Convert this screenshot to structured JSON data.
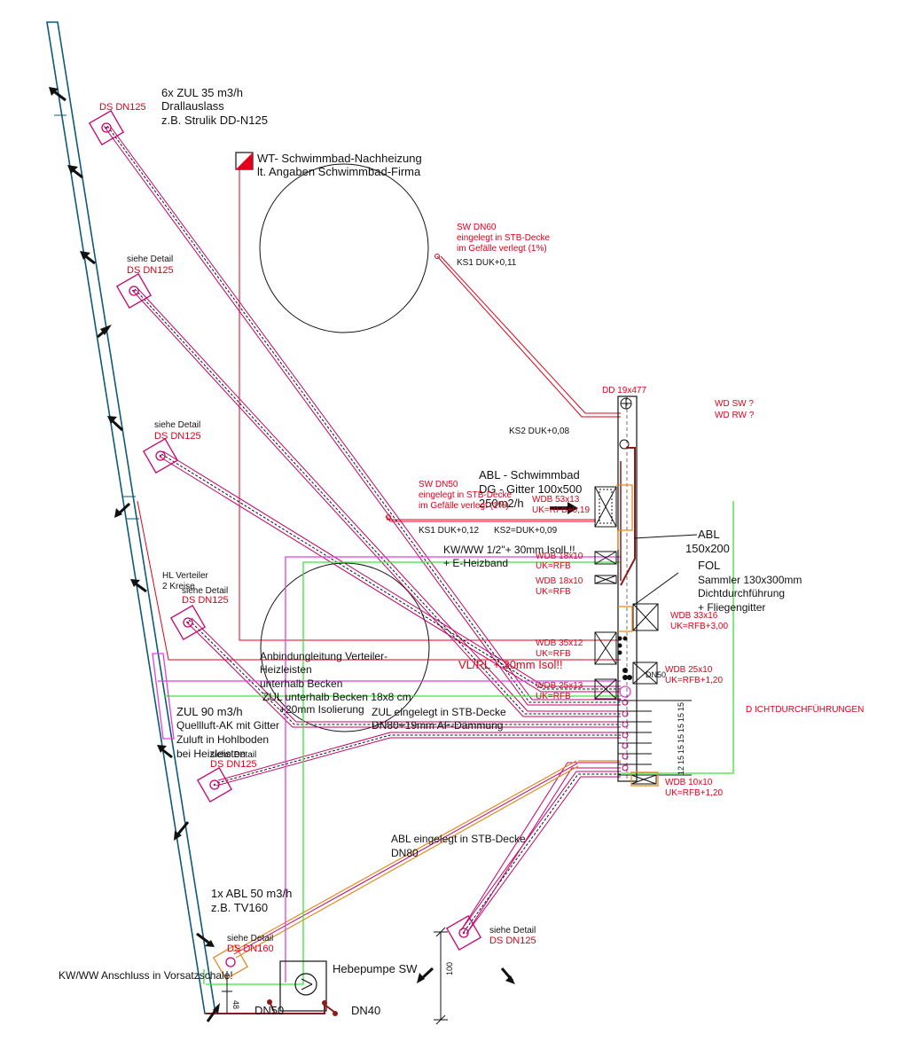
{
  "colors": {
    "duct": "#c8006e",
    "magenta": "#e040e0",
    "red": "#e0001b",
    "green": "#39e639",
    "orange": "#e58a1f",
    "teal": "#0d5a78",
    "black": "#111111"
  },
  "labels": {
    "zul_header_1": "6x ZUL 35 m3/h",
    "zul_header_2": "Drallauslass",
    "zul_header_3": "z.B. Strulik DD-N125",
    "ds_dn125": "DS DN125",
    "siehe_detail": "siehe Detail",
    "wt_line1": "WT- Schwimmbad-Nachheizung",
    "wt_line2": "lt. Angaben Schwimmbad-Firma",
    "sw60_line1": "SW DN60",
    "sw60_line2": "eingelegt in STB-Decke",
    "sw60_line3": "im Gefälle verlegt (1%)",
    "ks1_011": "KS1 DUK+0,11",
    "dd_19x477": "DD 19x477",
    "wd_sw": "WD SW ?",
    "wd_rw": "WD RW ?",
    "ks2_008": "KS2 DUK+0,08",
    "abl_sb_1": "ABL - Schwimmbad",
    "abl_sb_2": "DG - Gitter 100x500",
    "abl_sb_3": "250m2/h",
    "sw50_line1": "SW DN50",
    "sw50_line2": "eingelegt in STB-Decke",
    "sw50_line3": "im Gefälle verlegt (1%)",
    "wdb_53x13": "WDB 53x13",
    "uk_rfb_019": "UK=RFB+0,19",
    "ks1_012": "KS1 DUK+0,12",
    "ks2_009": "KS2=DUK+0,09",
    "abl_1": "ABL",
    "abl_2": "150x200",
    "kwww_1": "KW/WW 1/2\"+ 30mm IsolL!!",
    "kwww_2": "+ E-Heizband",
    "wdb_18x10": "WDB 18x10",
    "uk_rfb": "UK=RFB",
    "fol_1": "FOL",
    "fol_2": "Sammler 130x300mm",
    "fol_3": "Dichtdurchführung",
    "fol_4": "+ Fliegengitter",
    "hl_1": "HL Verteiler",
    "hl_2": "2 Kreise",
    "wdb_33x16": "WDB 33x16",
    "uk_rfb_300": "UK=RFB+3,00",
    "wdb_35x12": "WDB 35x12",
    "anb_1": "Anbindungleitung Verteiler-",
    "anb_2": "Heizleisten",
    "anb_3": "unterhalb Becken",
    "vlrl": "VL/RL + 30mm Isol!!",
    "wdb_25x10": "WDB 25x10",
    "uk_rfb_120": "UK=RFB+1,20",
    "dn50_small": "DN50",
    "zul_becken": "ZUL unterhalb Becken 18x8 cm",
    "isol20": "+20mm Isolierung",
    "wdb_25x13": "WDB 25x13",
    "uk_rfb_b": "UK=RFB",
    "zul90_1": "ZUL 90 m3/h",
    "zul90_2": "Quellluft-AK mit Gitter",
    "zul90_3": "Zuluft in Hohlboden",
    "zul90_4": "bei Heizleisten",
    "zul_stb_1": "ZUL eingelegt in STB-Decke",
    "zul_stb_2": "DN80+19mm AF-Dämmung",
    "dicht": "D ICHTDURCHFÜHRUNGEN",
    "wdb_10x10": "WDB 10x10",
    "dim_15": "15",
    "dim_12": "12",
    "abl_stb_1": "ABL eingelegt in STB-Decke",
    "abl_stb_2": "DN80",
    "abl50_1": "1x ABL 50 m3/h",
    "abl50_2": "z.B. TV160",
    "ds_dn160": "DS DN160",
    "hebepumpe": "Hebepumpe SW",
    "kwww_anschluss": "KW/WW  Anschluss in Vorsatzschale!",
    "dim_48": "48",
    "dn50": "DN50",
    "dn40": "DN40",
    "dim_100": "100"
  }
}
